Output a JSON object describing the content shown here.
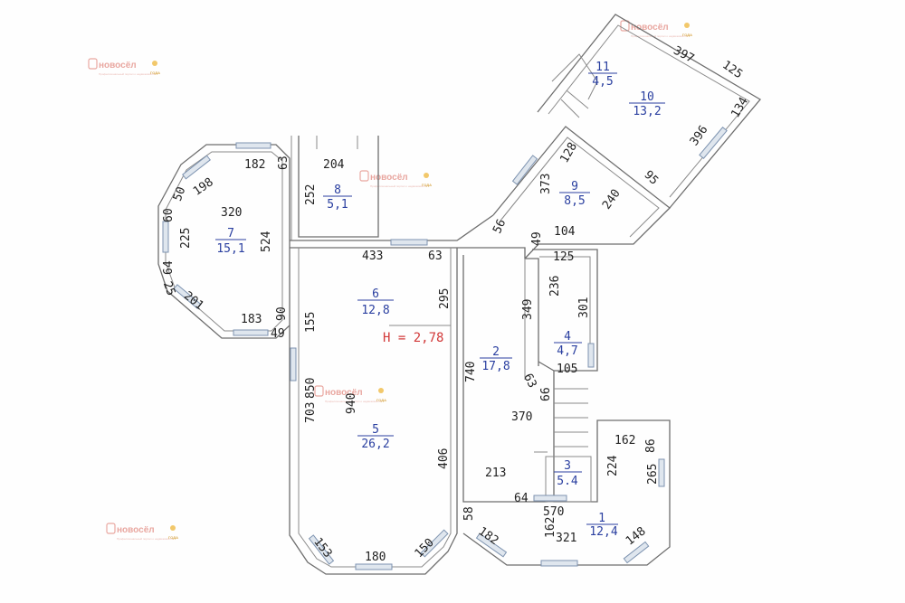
{
  "watermark": {
    "brand": "новосёл",
    "tagline": "Профессиональный портал о недвижимости",
    "year_label": "ГОДА"
  },
  "height_label": "H = 2,78",
  "rooms": [
    {
      "num": "1",
      "area": "12,4"
    },
    {
      "num": "2",
      "area": "17,8"
    },
    {
      "num": "3",
      "area": "5.4"
    },
    {
      "num": "4",
      "area": "4,7"
    },
    {
      "num": "5",
      "area": "26,2"
    },
    {
      "num": "6",
      "area": "12,8"
    },
    {
      "num": "7",
      "area": "15,1"
    },
    {
      "num": "8",
      "area": "5,1"
    },
    {
      "num": "9",
      "area": "8,5"
    },
    {
      "num": "10",
      "area": "13,2"
    },
    {
      "num": "11",
      "area": "4,5"
    }
  ],
  "dimensions": [
    "182",
    "63",
    "204",
    "198",
    "50",
    "60",
    "320",
    "524",
    "252",
    "225",
    "64",
    "25",
    "201",
    "183",
    "90",
    "49",
    "155",
    "433",
    "63",
    "295",
    "850",
    "703",
    "940",
    "406",
    "153",
    "180",
    "150",
    "740",
    "213",
    "64",
    "58",
    "182",
    "570",
    "162",
    "321",
    "148",
    "162",
    "86",
    "224",
    "265",
    "370",
    "349",
    "236",
    "301",
    "125",
    "105",
    "63",
    "66",
    "104",
    "49",
    "56",
    "373",
    "128",
    "240",
    "95",
    "397",
    "125",
    "134",
    "396"
  ]
}
